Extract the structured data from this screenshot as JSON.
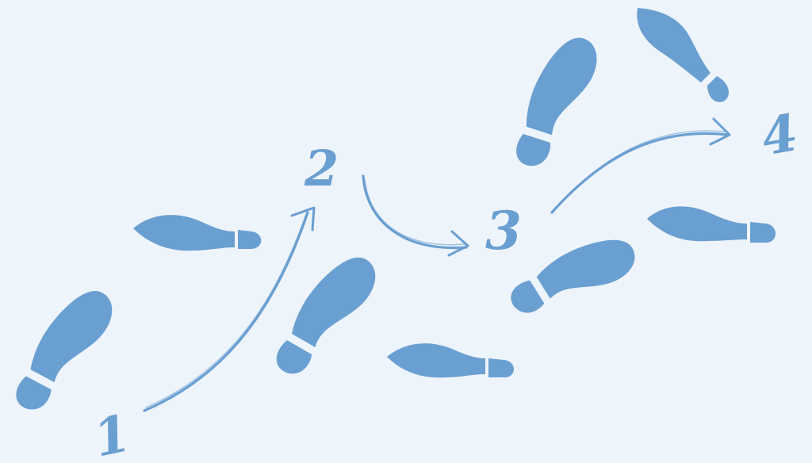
{
  "colors": {
    "background": "#eef4fb",
    "footprint": "#6a9fd1",
    "heel_gap": "#eef4fb",
    "label": "#6a9fd1",
    "arrow": "#6a9fd1"
  },
  "steps": [
    {
      "label": "1"
    },
    {
      "label": "2"
    },
    {
      "label": "3"
    },
    {
      "label": "4"
    }
  ]
}
